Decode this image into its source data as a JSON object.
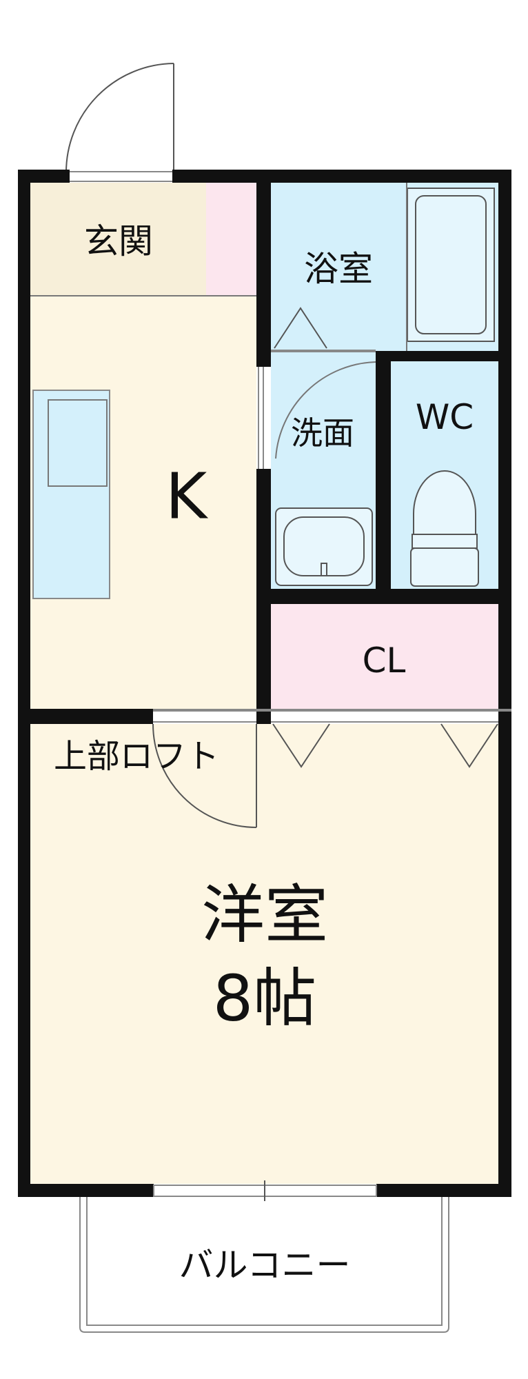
{
  "rooms": {
    "genkan": "玄関",
    "kitchen": "K",
    "bath": "浴室",
    "washroom": "洗面",
    "wc": "WC",
    "closet": "CL",
    "loft": "上部ロフト",
    "western_room": "洋室",
    "western_room_size": "8帖",
    "balcony": "バルコニー"
  },
  "colors": {
    "wall": "#111111",
    "floor_beige": "#fdf6e3",
    "entrance": "#f7efd9",
    "wet_area_blue": "#d4f0fb",
    "closet_pink": "#fce6ee",
    "fixture_stroke": "#888888"
  }
}
